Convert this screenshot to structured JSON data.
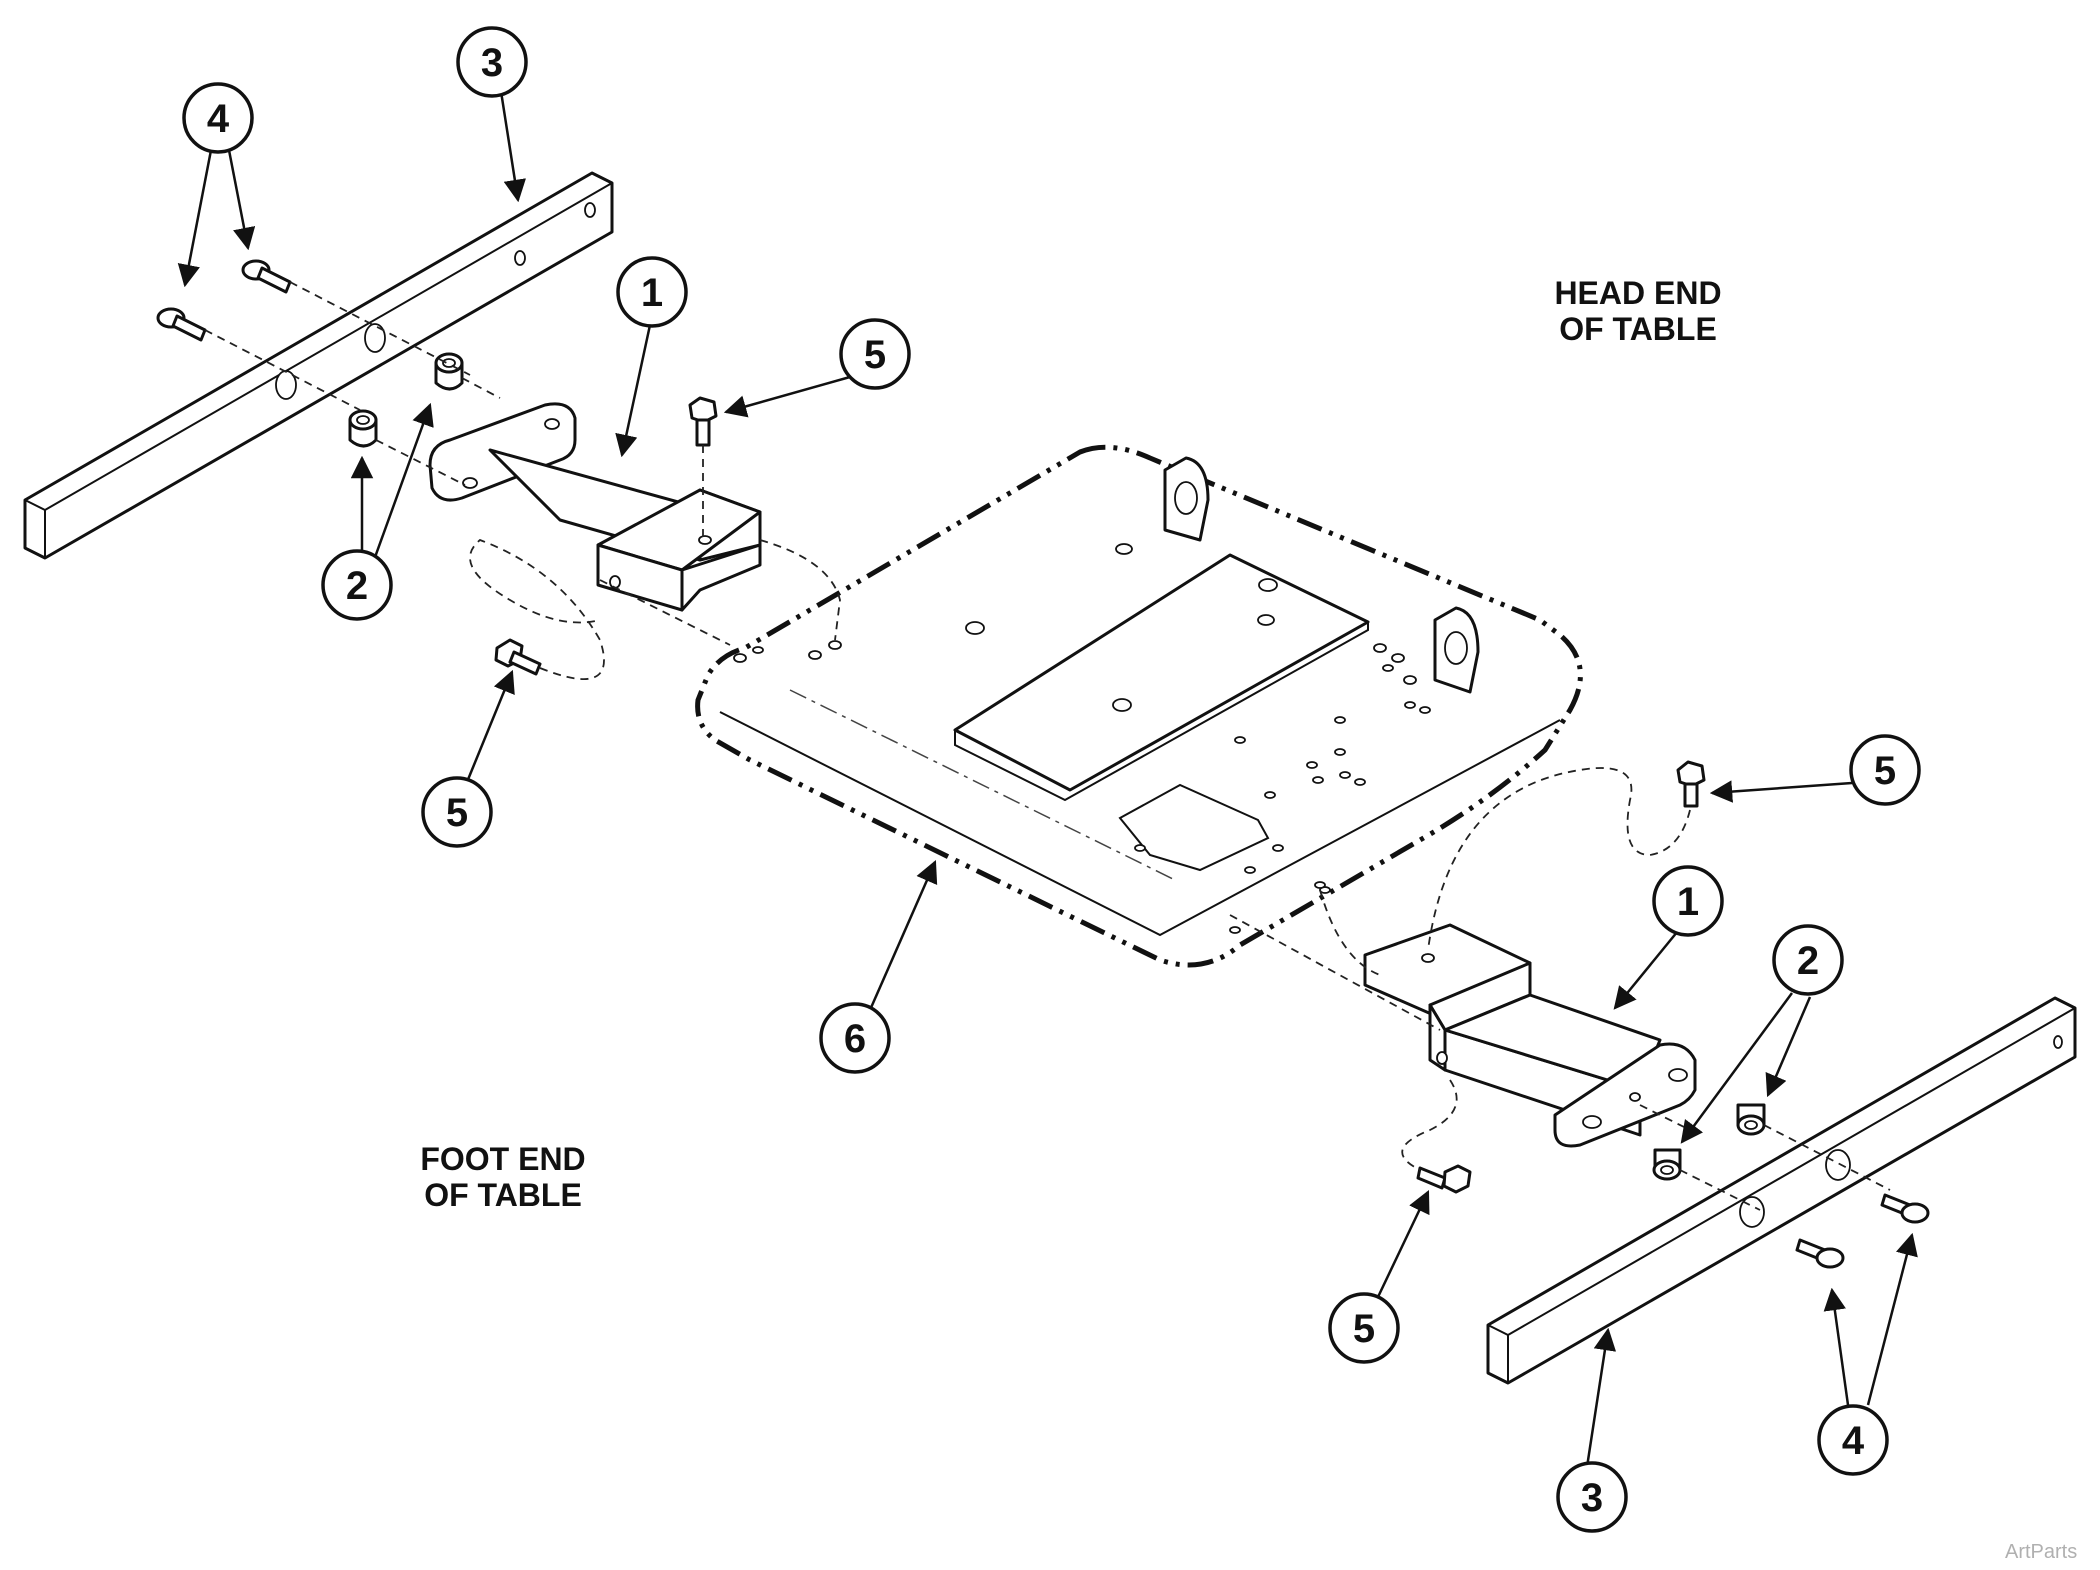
{
  "labels": {
    "head_end": [
      "HEAD END",
      "OF TABLE"
    ],
    "foot_end": [
      "FOOT END",
      "OF TABLE"
    ]
  },
  "callouts": {
    "c1a": "1",
    "c1b": "1",
    "c2a": "2",
    "c2b": "2",
    "c3a": "3",
    "c3b": "3",
    "c4a": "4",
    "c4b": "4",
    "c5a": "5",
    "c5b": "5",
    "c5c": "5",
    "c5d": "5",
    "c6": "6"
  },
  "watermark": "ArtParts"
}
